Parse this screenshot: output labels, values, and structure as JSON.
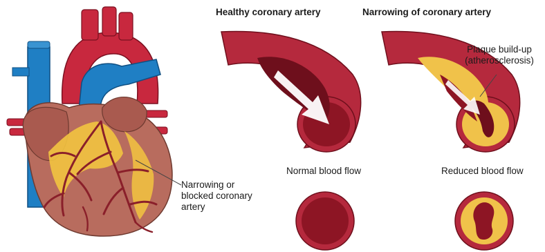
{
  "headings": {
    "healthy": "Healthy coronary artery",
    "narrowing": "Narrowing of coronary artery"
  },
  "labels": {
    "normal_flow": "Normal blood flow",
    "reduced_flow": "Reduced blood flow",
    "plaque": [
      "Plaque build-up",
      "(atherosclerosis)"
    ],
    "heart_callout": [
      "Narrowing or",
      "blocked coronary",
      "artery"
    ]
  },
  "colors": {
    "aorta_red": "#c8283e",
    "vein_blue": "#1f7fc4",
    "heart_muscle": "#b86c5e",
    "fat_yellow": "#f2c440",
    "coronary_vessel": "#8a1f2a",
    "artery_wall": "#b5293d",
    "artery_lumen": "#6e0f1c",
    "plaque_yellow": "#f0c24a"
  }
}
